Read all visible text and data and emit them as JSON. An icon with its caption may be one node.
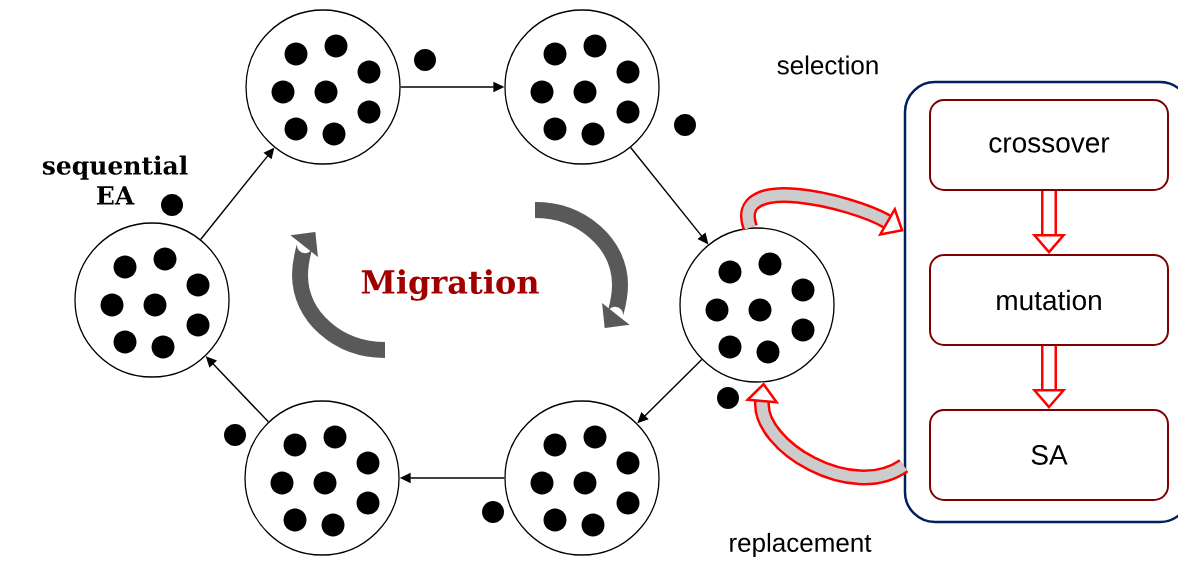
{
  "diagram": {
    "nodes": [
      {
        "text": [],
        "shape": "circle",
        "beside": [
          "sequential EA"
        ]
      },
      {
        "text": [],
        "shape": "circle"
      },
      {
        "text": [],
        "shape": "circle"
      },
      {
        "text": [],
        "shape": "circle"
      },
      {
        "text": [],
        "shape": "circle"
      },
      {
        "text": [],
        "shape": "circle"
      },
      {
        "text": [],
        "shape": "box"
      },
      {
        "text": [
          "crossover"
        ],
        "in": 6
      },
      {
        "text": [
          "mutation"
        ],
        "in": 6
      },
      {
        "text": [
          "SA"
        ],
        "in": 6
      }
    ],
    "edges": [
      {
        "from": 0,
        "to": 1,
        "arrow": "to"
      },
      {
        "from": 1,
        "to": 2,
        "arrow": "to"
      },
      {
        "from": 2,
        "to": 3,
        "arrow": "to"
      },
      {
        "from": 3,
        "to": 4,
        "arrow": "to"
      },
      {
        "from": 4,
        "to": 5,
        "arrow": "to"
      },
      {
        "from": 5,
        "to": 0,
        "arrow": "to"
      },
      {
        "from": 3,
        "to": 6,
        "arrow": "to",
        "label": "selection",
        "style": "thick",
        "color": "#ff0000"
      },
      {
        "from": 6,
        "to": 3,
        "arrow": "to",
        "label": "replacement",
        "style": "thick",
        "color": "#ff0000"
      },
      {
        "from": 7,
        "to": 8,
        "arrow": "to",
        "style": "thick",
        "color": "#ff0000"
      },
      {
        "from": 8,
        "to": 9,
        "arrow": "to",
        "style": "thick",
        "color": "#ff0000"
      }
    ],
    "labels": [
      "Migration"
    ]
  }
}
